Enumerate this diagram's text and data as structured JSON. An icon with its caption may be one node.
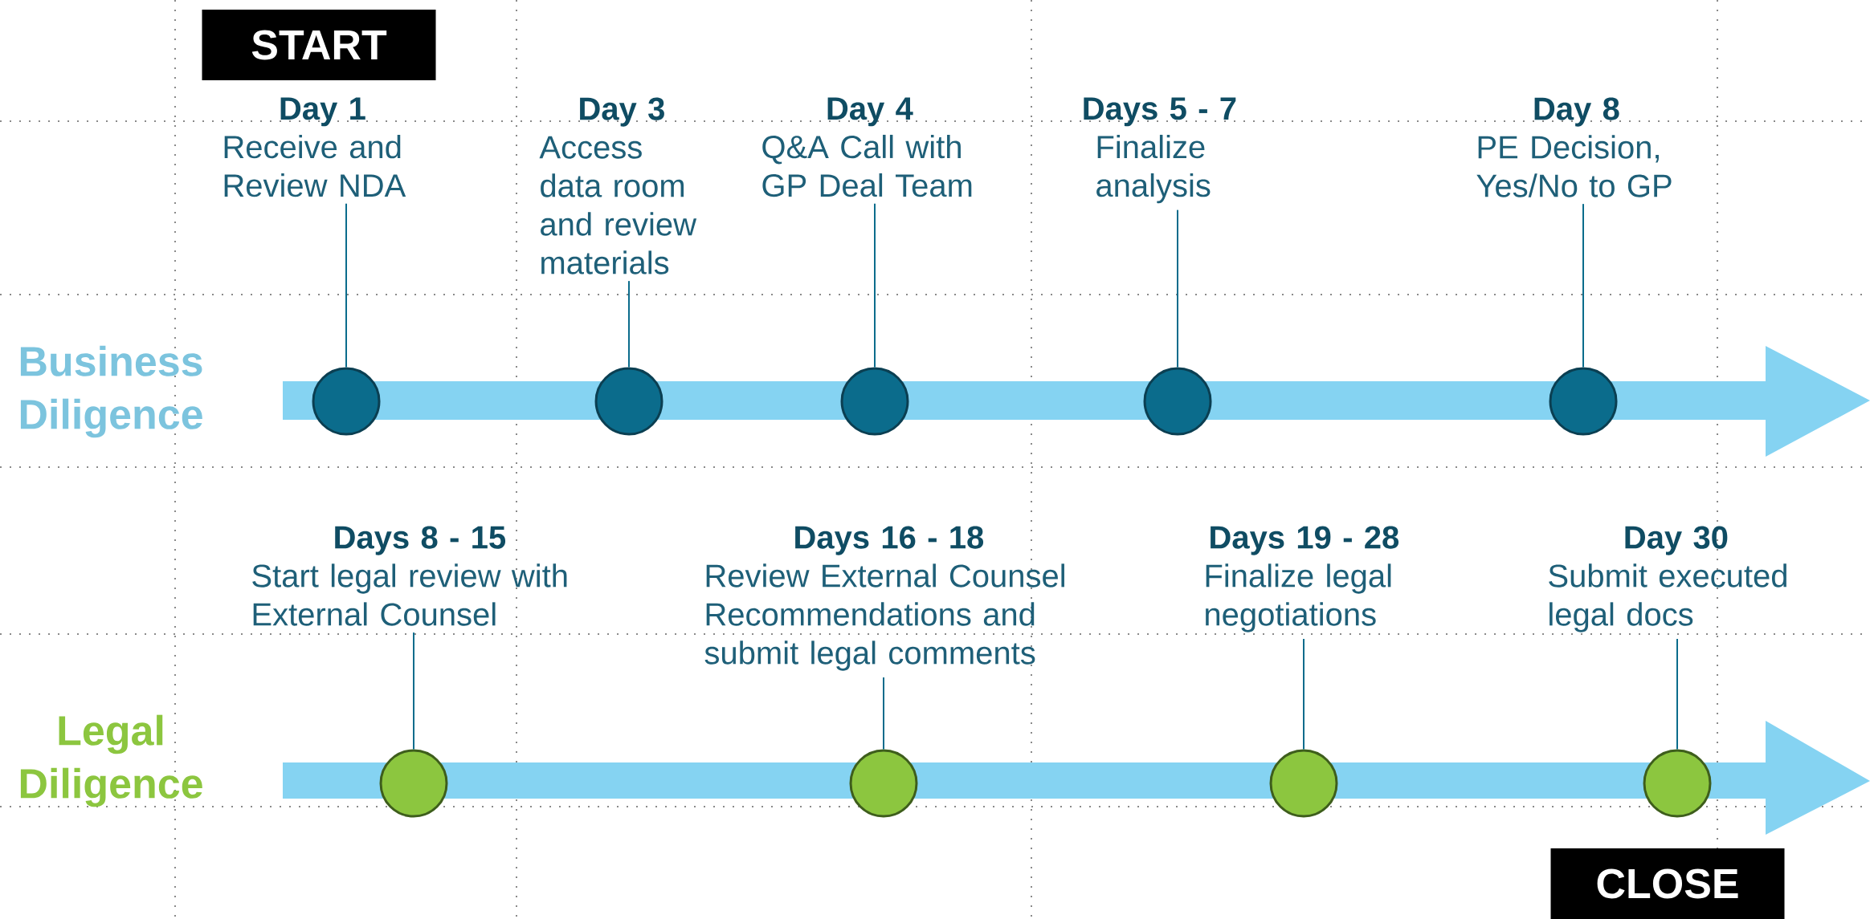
{
  "diagram": {
    "nodes": [
      {
        "text": [
          "START"
        ]
      },
      {
        "text": [
          "Day 1",
          "Receive and Review NDA"
        ]
      },
      {
        "text": [
          "Day 3",
          "Access data room and review materials"
        ]
      },
      {
        "text": [
          "Day 4",
          "Q&A Call with GP Deal Team"
        ]
      },
      {
        "text": [
          "Days 5 - 7",
          "Finalize analysis"
        ]
      },
      {
        "text": [
          "Day 8",
          "PE Decision, Yes/No to GP"
        ]
      },
      {
        "text": [],
        "shape": "circle"
      },
      {
        "text": [],
        "shape": "circle"
      },
      {
        "text": [],
        "shape": "circle"
      },
      {
        "text": [],
        "shape": "circle"
      },
      {
        "text": [],
        "shape": "circle"
      },
      {
        "text": [
          "Days 8 - 15",
          "Start legal review with External Counsel"
        ]
      },
      {
        "text": [
          "Days 16  - 18",
          "Review External Counsel Recommendations and submit legal comments"
        ]
      },
      {
        "text": [
          "Days 19 - 28",
          "Finalize legal negotiations"
        ]
      },
      {
        "text": [
          "Day 30",
          "Submit executed legal docs"
        ]
      },
      {
        "text": [],
        "shape": "circle"
      },
      {
        "text": [],
        "shape": "circle"
      },
      {
        "text": [],
        "shape": "circle"
      },
      {
        "text": [],
        "shape": "circle"
      },
      {
        "text": [
          "CLOSE"
        ]
      }
    ],
    "edges": [
      {
        "from": 1,
        "to": 6,
        "arrow": "none"
      },
      {
        "from": 2,
        "to": 7,
        "arrow": "none"
      },
      {
        "from": 3,
        "to": 8,
        "arrow": "none"
      },
      {
        "from": 4,
        "to": 9,
        "arrow": "none"
      },
      {
        "from": 5,
        "to": 10,
        "arrow": "none"
      },
      {
        "from": 11,
        "to": 15,
        "arrow": "none"
      },
      {
        "from": 12,
        "to": 16,
        "arrow": "none"
      },
      {
        "from": 13,
        "to": 17,
        "arrow": "none"
      },
      {
        "from": 14,
        "to": 18,
        "arrow": "none"
      }
    ],
    "labels": [
      "Business Diligence",
      "Legal Diligence"
    ]
  }
}
